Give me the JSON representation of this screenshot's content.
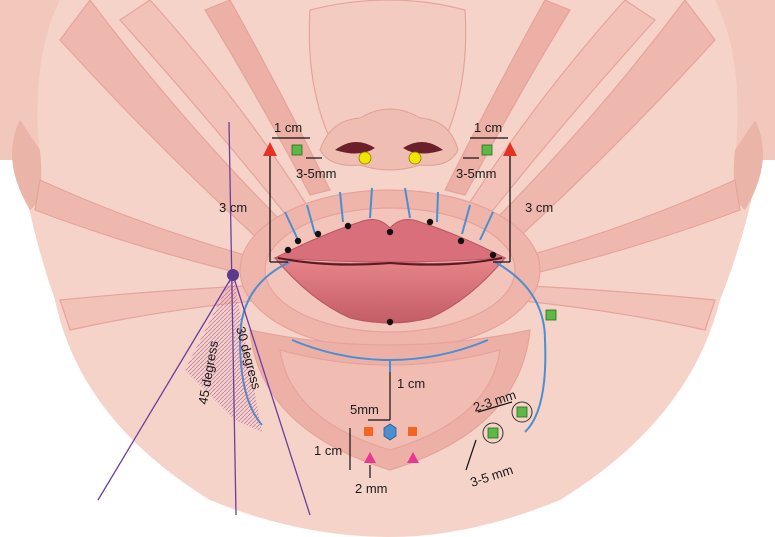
{
  "figure": {
    "labels": {
      "left_1cm": "1 cm",
      "right_1cm": "1 cm",
      "left_3_5mm": "3-5mm",
      "right_3_5mm": "3-5mm",
      "left_3cm": "3 cm",
      "right_3cm": "3 cm",
      "angle_45": "45 degress",
      "angle_30": "30 degress",
      "chin_1cm_vertical": "1 cm",
      "chin_5mm": "5mm",
      "chin_1cm_left": "1 cm",
      "chin_2mm": "2 mm",
      "chin_2_3mm": "2-3 mm",
      "chin_3_5mm": "3-5 mm"
    },
    "colors": {
      "skin": "#f6d0c4",
      "muscle": "#e9a7a0",
      "muscle_light": "#f2c2b8",
      "lip": "#d9737a",
      "injection_line": "#4a8fd1",
      "arrow_red": "#e53225",
      "square_green": "#5cb946",
      "square_orange": "#f26522",
      "triangle_magenta": "#e8388f",
      "point_yellow": "#f2e500",
      "point_purple": "#5a3a8c",
      "angle_line": "#6a3fa0",
      "hexagon_blue": "#4a8fd1"
    }
  }
}
